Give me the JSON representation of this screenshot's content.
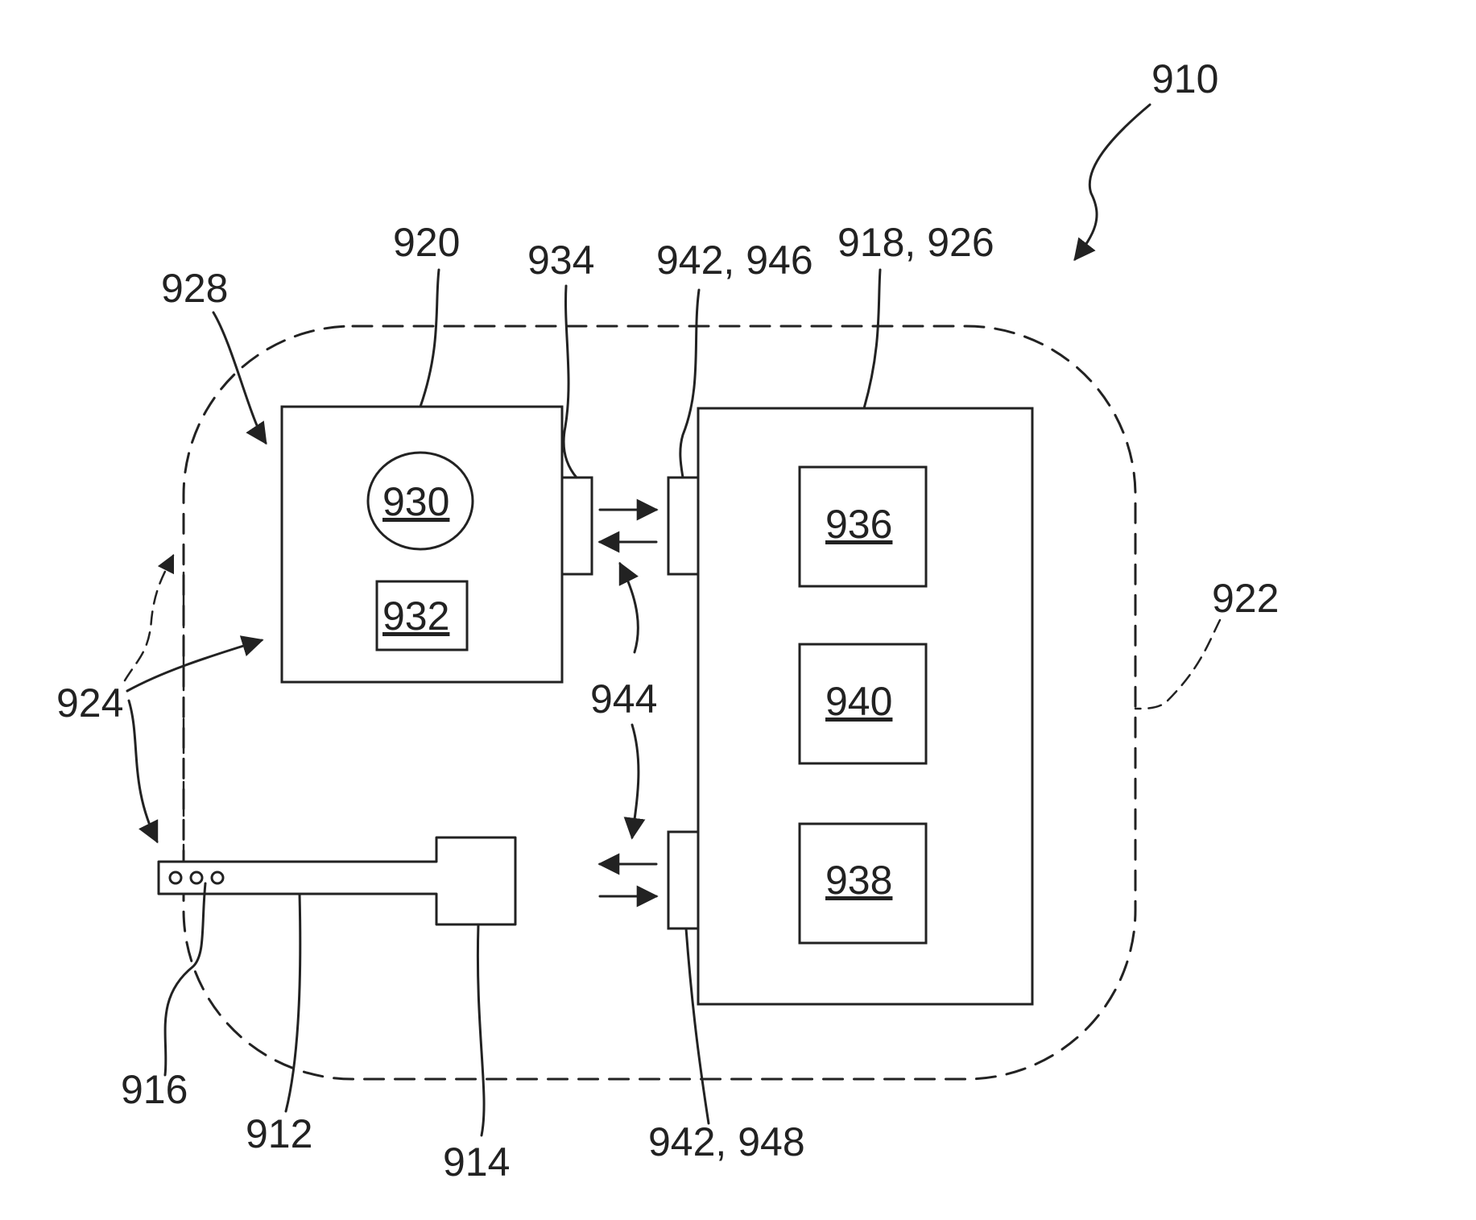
{
  "labels": {
    "l910": "910",
    "l920": "920",
    "l934": "934",
    "l942_946": "942, 946",
    "l918_926": "918, 926",
    "l928": "928",
    "l930": "930",
    "l932": "932",
    "l936": "936",
    "l940": "940",
    "l938": "938",
    "l922": "922",
    "l924": "924",
    "l944": "944",
    "l916": "916",
    "l912": "912",
    "l914": "914",
    "l942_948": "942, 948"
  }
}
